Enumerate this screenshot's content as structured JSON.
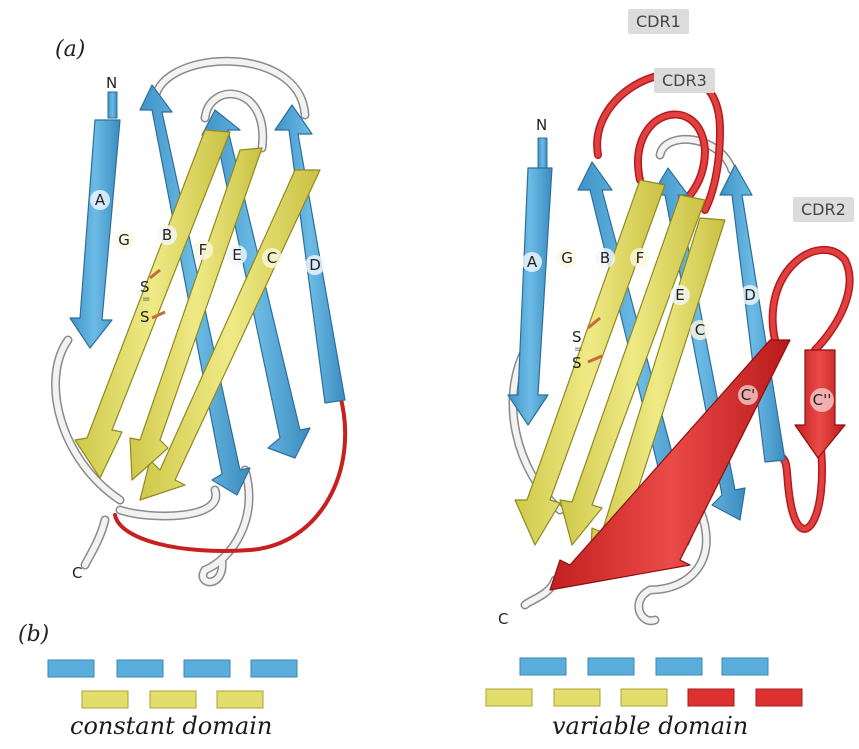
{
  "panels": {
    "a_label": "(a)",
    "b_label": "(b)"
  },
  "constant": {
    "n_terminus": "N",
    "c_terminus": "C",
    "strands": [
      "A",
      "B",
      "C",
      "D",
      "E",
      "F",
      "G"
    ],
    "disulfide_s1": "S",
    "disulfide_s2": "S",
    "caption": "constant domain",
    "key_rows": [
      [
        "blue",
        "blue",
        "blue",
        "blue"
      ],
      [
        "yellow",
        "yellow",
        "yellow"
      ]
    ]
  },
  "variable": {
    "n_terminus": "N",
    "c_terminus": "C",
    "strands": [
      "A",
      "B",
      "C",
      "C'",
      "C''",
      "D",
      "E",
      "F",
      "G"
    ],
    "disulfide_s1": "S",
    "disulfide_s2": "S",
    "cdr1": "CDR1",
    "cdr2": "CDR2",
    "cdr3": "CDR3",
    "caption": "variable domain",
    "key_rows": [
      [
        "blue",
        "blue",
        "blue",
        "blue"
      ],
      [
        "yellow",
        "yellow",
        "yellow",
        "red",
        "red"
      ]
    ]
  },
  "colors": {
    "blue_strand": "#5aaedc",
    "yellow_strand": "#e3de6c",
    "red_strand": "#dd3030",
    "loop": "#ececec",
    "loop_edge": "#8a8a8a",
    "cdr_box": "#dcdcdc"
  }
}
